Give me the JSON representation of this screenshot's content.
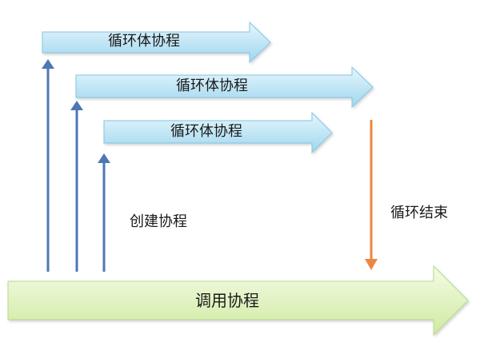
{
  "diagram": {
    "main_arrow": {
      "label": "调用协程"
    },
    "loop_arrows": [
      {
        "label": "循环体协程"
      },
      {
        "label": "循环体协程"
      },
      {
        "label": "循环体协程"
      }
    ],
    "create_label": "创建协程",
    "end_label": "循环结束",
    "colors": {
      "main_fill_top": "#f4fbe6",
      "main_fill_bottom": "#cfeaa0",
      "main_stroke": "#b9d98a",
      "loop_fill_top": "#e6f6fc",
      "loop_fill_bottom": "#9ed6ef",
      "loop_stroke": "#86c6e4",
      "up_arrow": "#4f77b3",
      "down_arrow": "#ec8740"
    }
  }
}
